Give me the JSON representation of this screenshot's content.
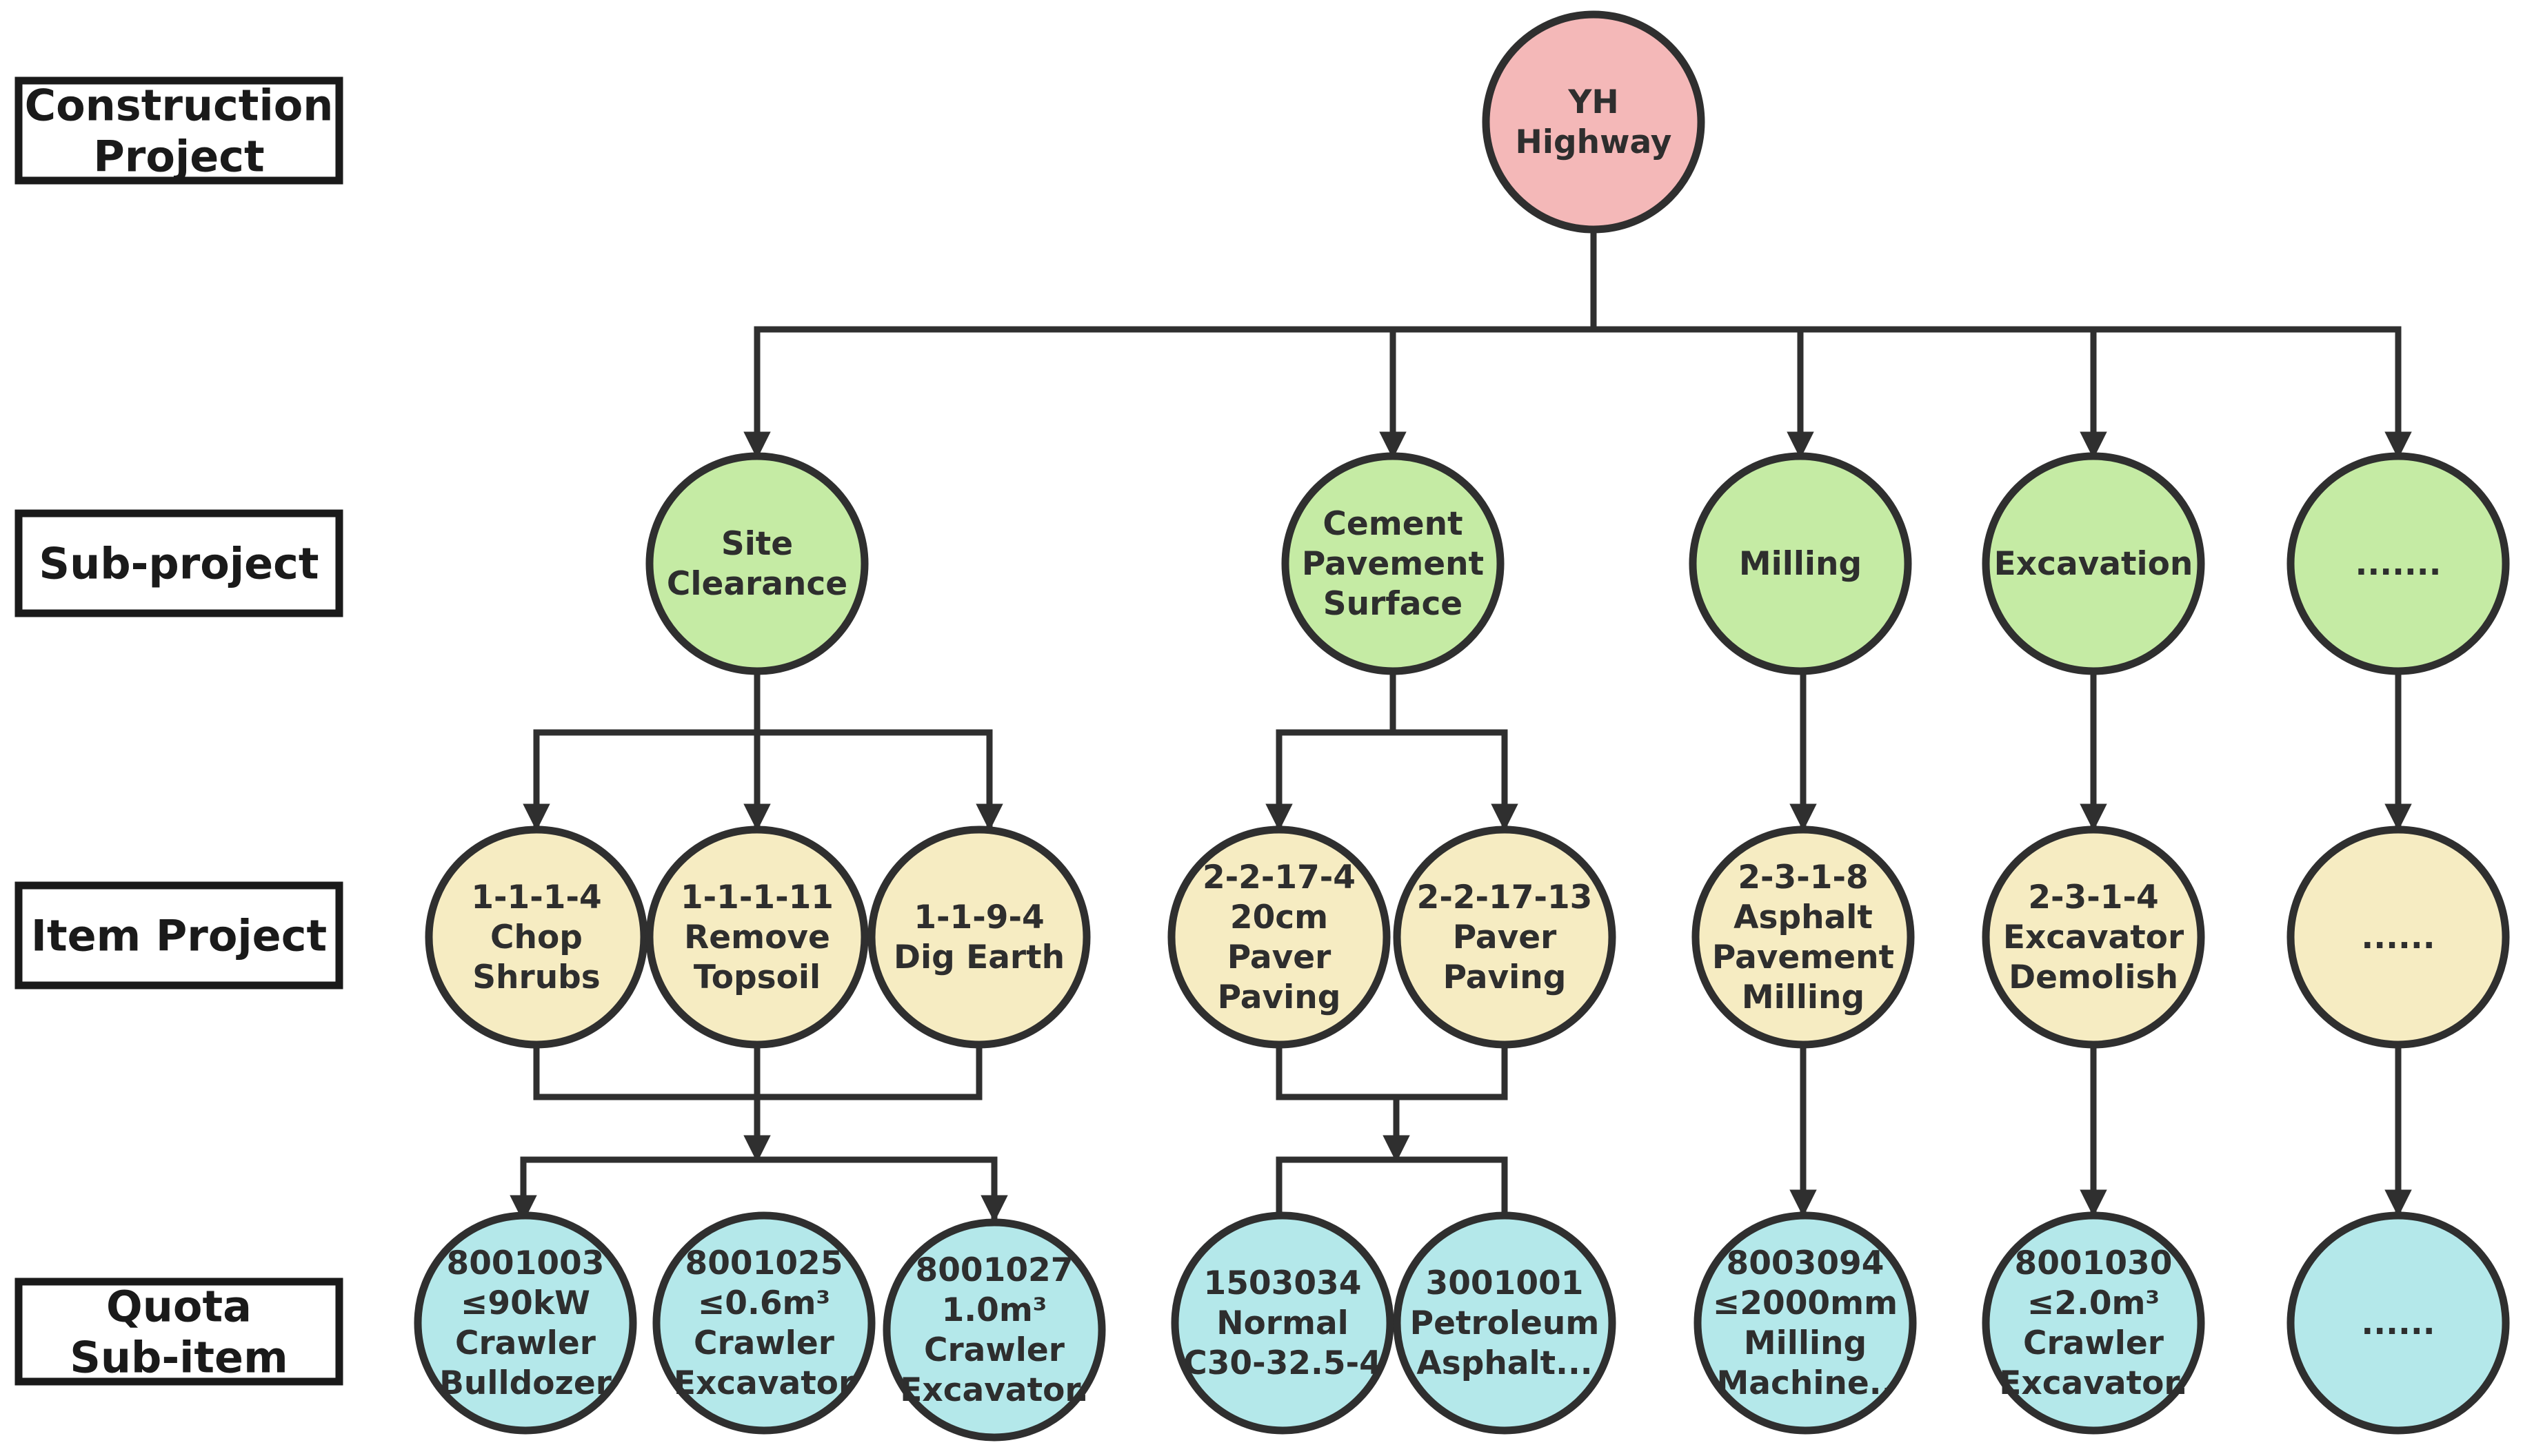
{
  "colors": {
    "stroke": "#2f2f2f",
    "construction_project": "#f4b8b8",
    "sub_project": "#c5eba4",
    "item_project": "#f6ecc2",
    "quota_sub_item": "#b4e8ea"
  },
  "levels": {
    "construction_project": "Construction Project",
    "sub_project": "Sub-project",
    "item_project": "Item Project",
    "quota_sub_item": "Quota Sub-item"
  },
  "root": {
    "lines": [
      "YH",
      "Highway"
    ]
  },
  "sub_projects": {
    "site_clearance": {
      "lines": [
        "Site",
        "Clearance"
      ]
    },
    "cement_pavement": {
      "lines": [
        "Cement",
        "Pavement",
        "Surface"
      ]
    },
    "milling": {
      "lines": [
        "Milling"
      ]
    },
    "excavation": {
      "lines": [
        "Excavation"
      ]
    },
    "more": {
      "lines": [
        "......."
      ]
    }
  },
  "item_projects": {
    "chop_shrubs": {
      "lines": [
        "1-1-1-4",
        "Chop",
        "Shrubs"
      ]
    },
    "remove_topsoil": {
      "lines": [
        "1-1-1-11",
        "Remove",
        "Topsoil"
      ]
    },
    "dig_earth": {
      "lines": [
        "1-1-9-4",
        "Dig Earth"
      ]
    },
    "paver_20cm": {
      "lines": [
        "2-2-17-4",
        "20cm",
        "Paver",
        "Paving"
      ]
    },
    "paver_paving": {
      "lines": [
        "2-2-17-13",
        "Paver",
        "Paving"
      ]
    },
    "asphalt_milling": {
      "lines": [
        "2-3-1-8",
        "Asphalt",
        "Pavement",
        "Milling"
      ]
    },
    "excavator_demolish": {
      "lines": [
        "2-3-1-4",
        "Excavator",
        "Demolish"
      ]
    },
    "more": {
      "lines": [
        "......"
      ]
    }
  },
  "quota_sub_items": {
    "bulldozer": {
      "lines": [
        "8001003",
        "≤90kW",
        "Crawler",
        "Bulldozer"
      ]
    },
    "excavator_06": {
      "lines": [
        "8001025",
        "≤0.6m³",
        "Crawler",
        "Excavator"
      ]
    },
    "excavator_10": {
      "lines": [
        "8001027",
        "1.0m³",
        "Crawler",
        "Excavator."
      ]
    },
    "normal_concrete": {
      "lines": [
        "1503034",
        "Normal",
        "C30-32.5-4"
      ]
    },
    "petroleum_asphalt": {
      "lines": [
        "3001001",
        "Petroleum",
        "Asphalt..."
      ]
    },
    "milling_machine": {
      "lines": [
        "8003094",
        "≤2000mm",
        "Milling",
        "Machine.."
      ]
    },
    "excavator_20": {
      "lines": [
        "8001030",
        "≤2.0m³",
        "Crawler",
        "Excavator."
      ]
    },
    "more": {
      "lines": [
        "......"
      ]
    }
  }
}
